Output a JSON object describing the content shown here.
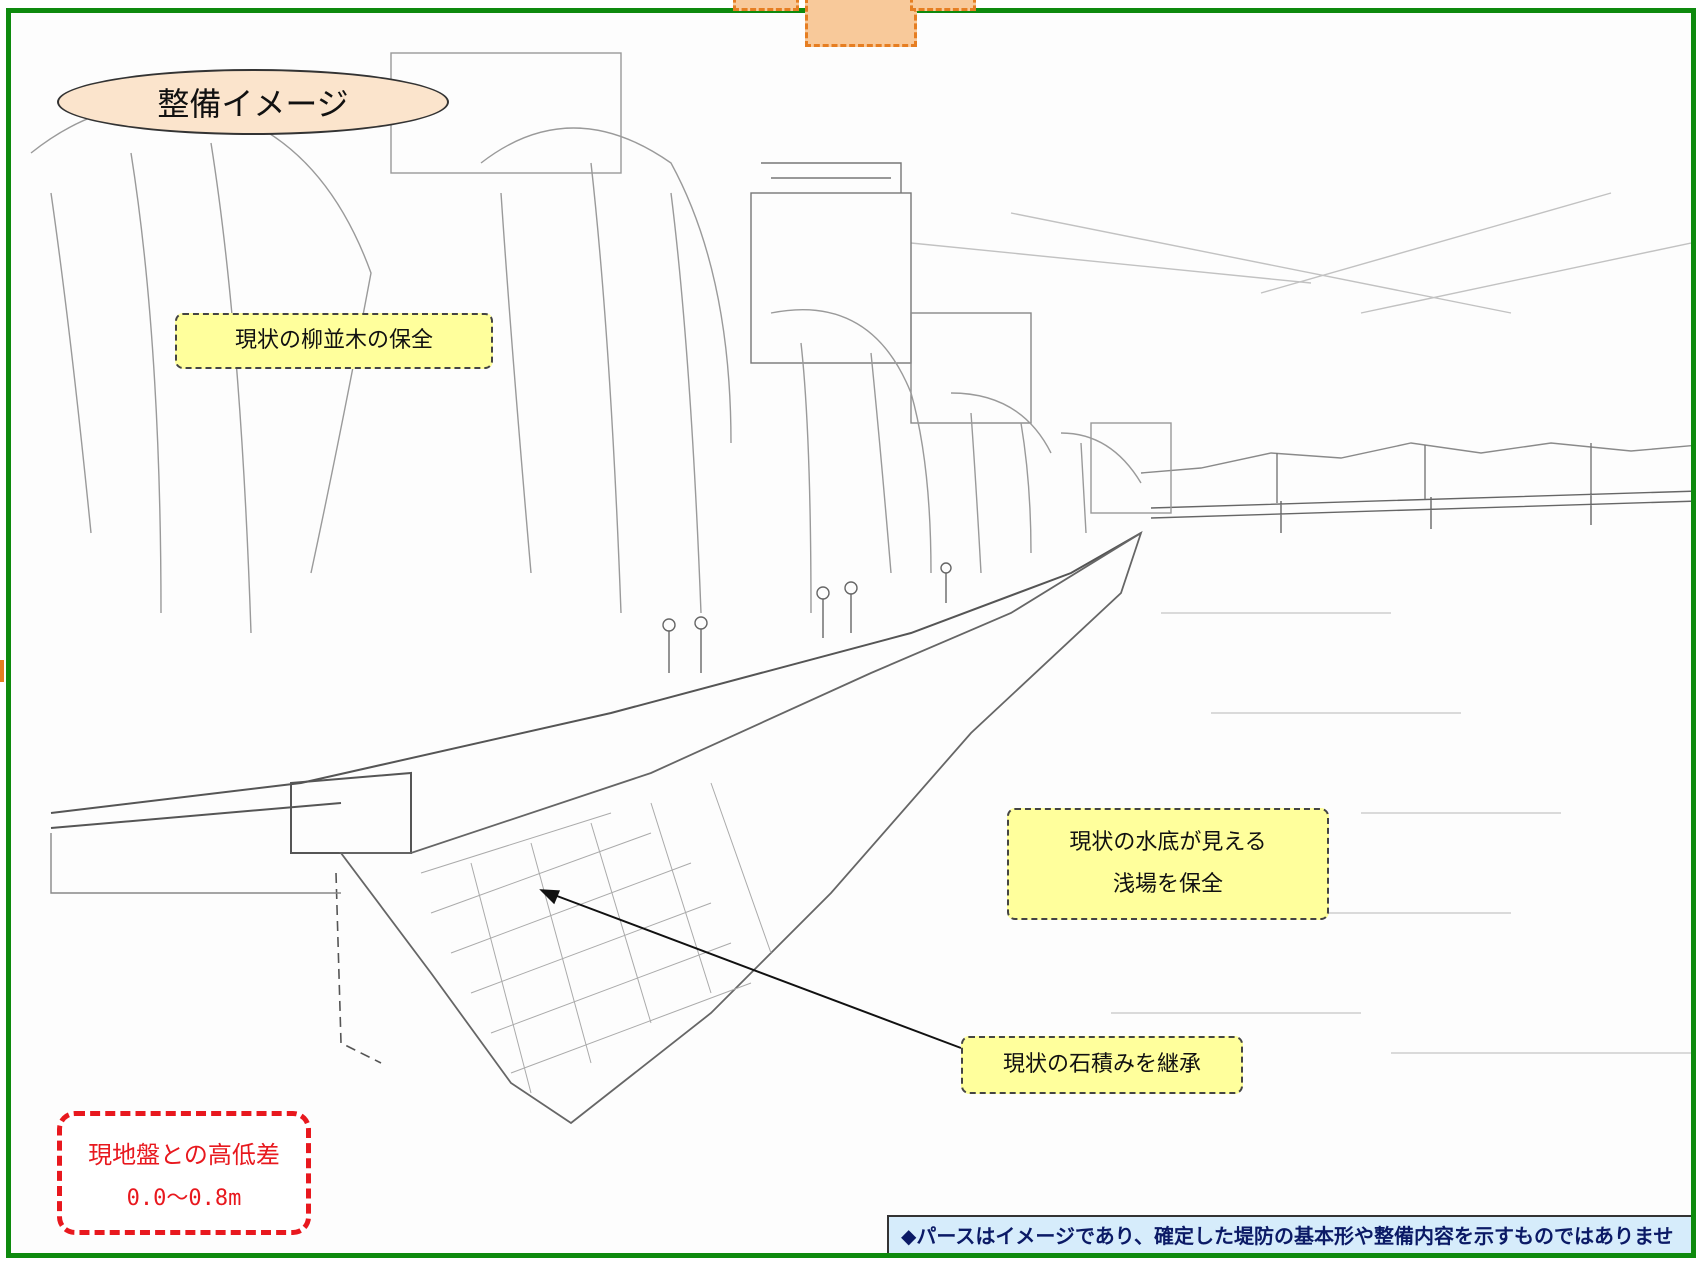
{
  "title": "整備イメージ",
  "callouts": {
    "willow": "現状の柳並木の保全",
    "shallows_line1": "現状の水底が見える",
    "shallows_line2": "浅場を保全",
    "stone": "現状の石積みを継承"
  },
  "elevation": {
    "label": "現地盤との高低差",
    "value": "0.0～0.8m"
  },
  "note": "◆パースはイメージであり、確定した堤防の基本形や整備内容を示すものではありません。",
  "colors": {
    "frame": "#0e8a0e",
    "title_fill": "#fbe4cc",
    "callout_fill": "#ffff9c",
    "elevation_red": "#e8181e",
    "note_fill": "#d6ecfb",
    "note_text": "#0b1a66",
    "tab_orange": "#e67e22"
  }
}
